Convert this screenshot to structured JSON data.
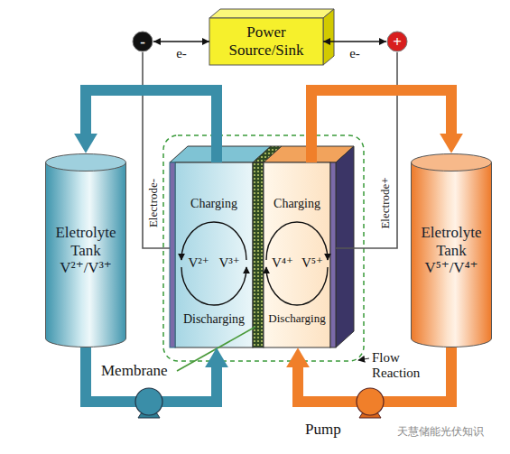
{
  "diagram": {
    "nodes": [
      {
        "text": [
          "-"
        ]
      },
      {
        "text": [
          "Power Source/Sink"
        ]
      },
      {
        "text": [
          "+"
        ]
      },
      {
        "text": [
          "Eletrolyte Tank V²⁺/V³⁺"
        ]
      },
      {
        "text": [
          "Charging",
          "V²⁺",
          "V³⁺",
          "Discharging"
        ]
      },
      {
        "text": [
          "Charging",
          "V⁴⁺",
          "V⁵⁺",
          "Discharging"
        ]
      },
      {
        "text": [
          "Eletrolyte Tank V⁵⁺/V⁴⁺"
        ]
      }
    ],
    "edges": [
      {
        "from": 0,
        "to": 1,
        "arrow": "both",
        "label": "e-"
      },
      {
        "from": 1,
        "to": 2,
        "arrow": "both",
        "label": "e-"
      },
      {
        "from": 0,
        "to": 4,
        "arrow": "none"
      },
      {
        "from": 2,
        "to": 5,
        "arrow": "none"
      },
      {
        "from": 4,
        "to": 3,
        "arrow": "to"
      },
      {
        "from": 3,
        "to": 4,
        "arrow": "to"
      },
      {
        "from": 5,
        "to": 6,
        "arrow": "to"
      },
      {
        "from": 6,
        "to": 5,
        "arrow": "to"
      }
    ],
    "labels": [
      "Electrode-",
      "Electrode+",
      "Membrane",
      "Flow Reaction",
      "Pump",
      "天慧储能光伏知识"
    ]
  }
}
